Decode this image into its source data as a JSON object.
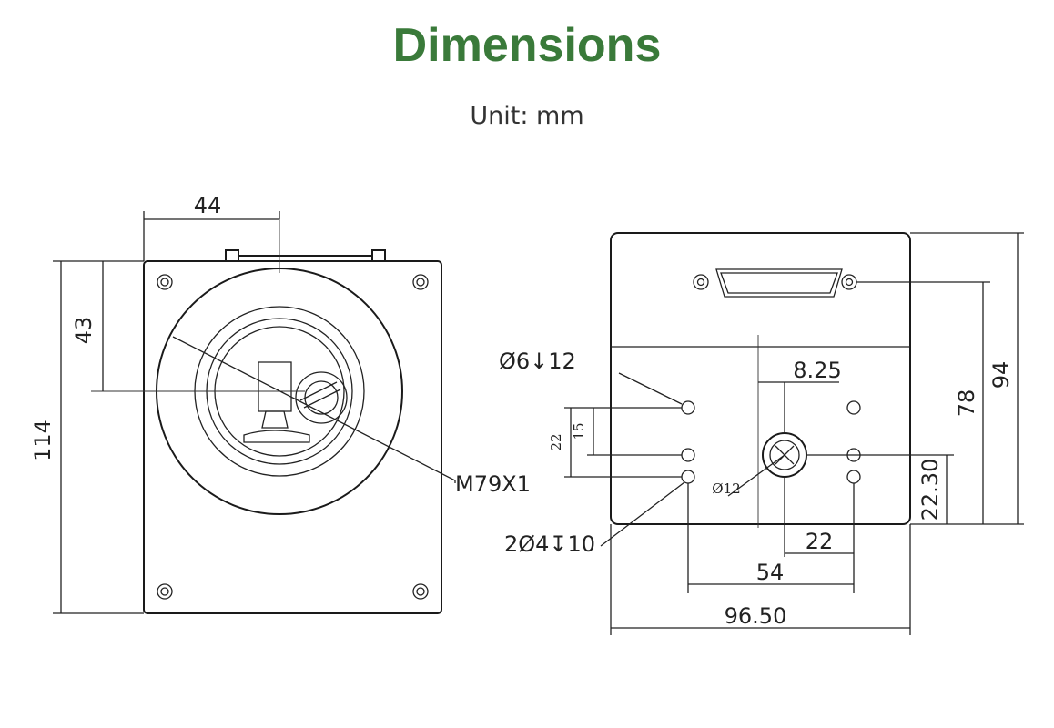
{
  "header": {
    "title": "Dimensions",
    "subtitle": "Unit: mm",
    "title_color": "#3a7a3a",
    "subtitle_color": "#333333"
  },
  "front_view": {
    "width_top": "44",
    "offset_height": "43",
    "total_height": "114",
    "thread_label": "M79X1"
  },
  "rear_view": {
    "hole_top_label": "Ø6↓12",
    "hole_pair_label": "2Ø4↧10",
    "spacing_22_left": "22",
    "spacing_15": "15",
    "offset_8_25": "8.25",
    "diameter_12": "Ø12",
    "bottom_22": "22",
    "bottom_54": "54",
    "overall_width": "96.50",
    "height_22_30": "22.30",
    "height_78": "78",
    "height_94": "94"
  }
}
